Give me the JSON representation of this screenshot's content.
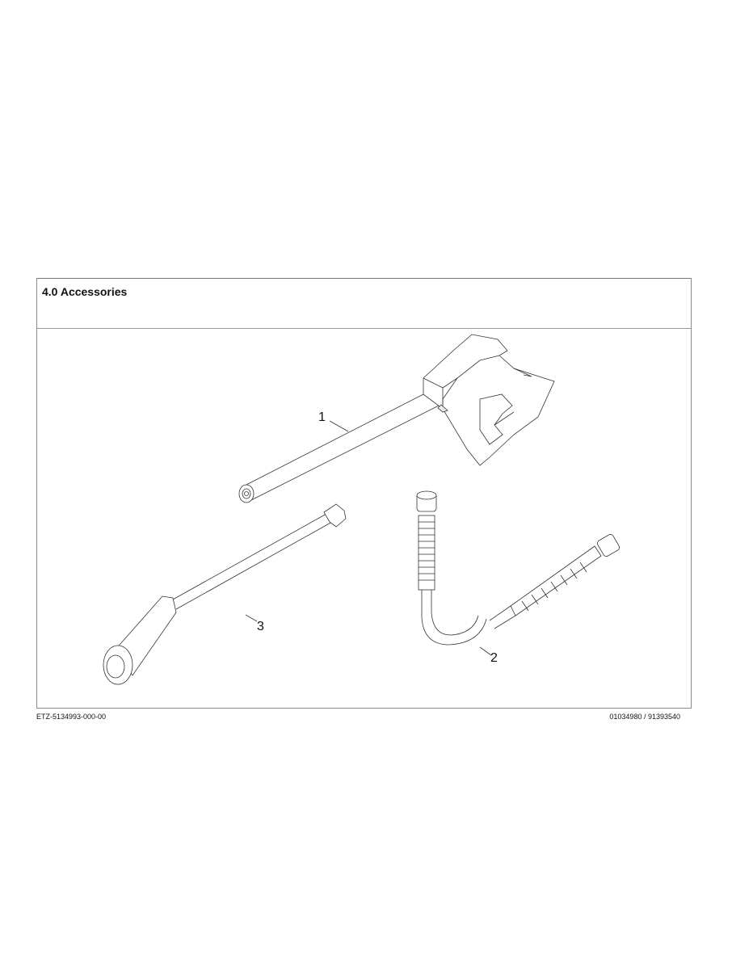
{
  "section": {
    "title": "4.0 Accessories"
  },
  "callouts": [
    {
      "number": "1",
      "part": "spray-gun"
    },
    {
      "number": "2",
      "part": "hose-adapter"
    },
    {
      "number": "3",
      "part": "spray-lance"
    }
  ],
  "footer": {
    "left_code": "ETZ-5134993-000-00",
    "right_code": "01034980 / 91393540"
  }
}
